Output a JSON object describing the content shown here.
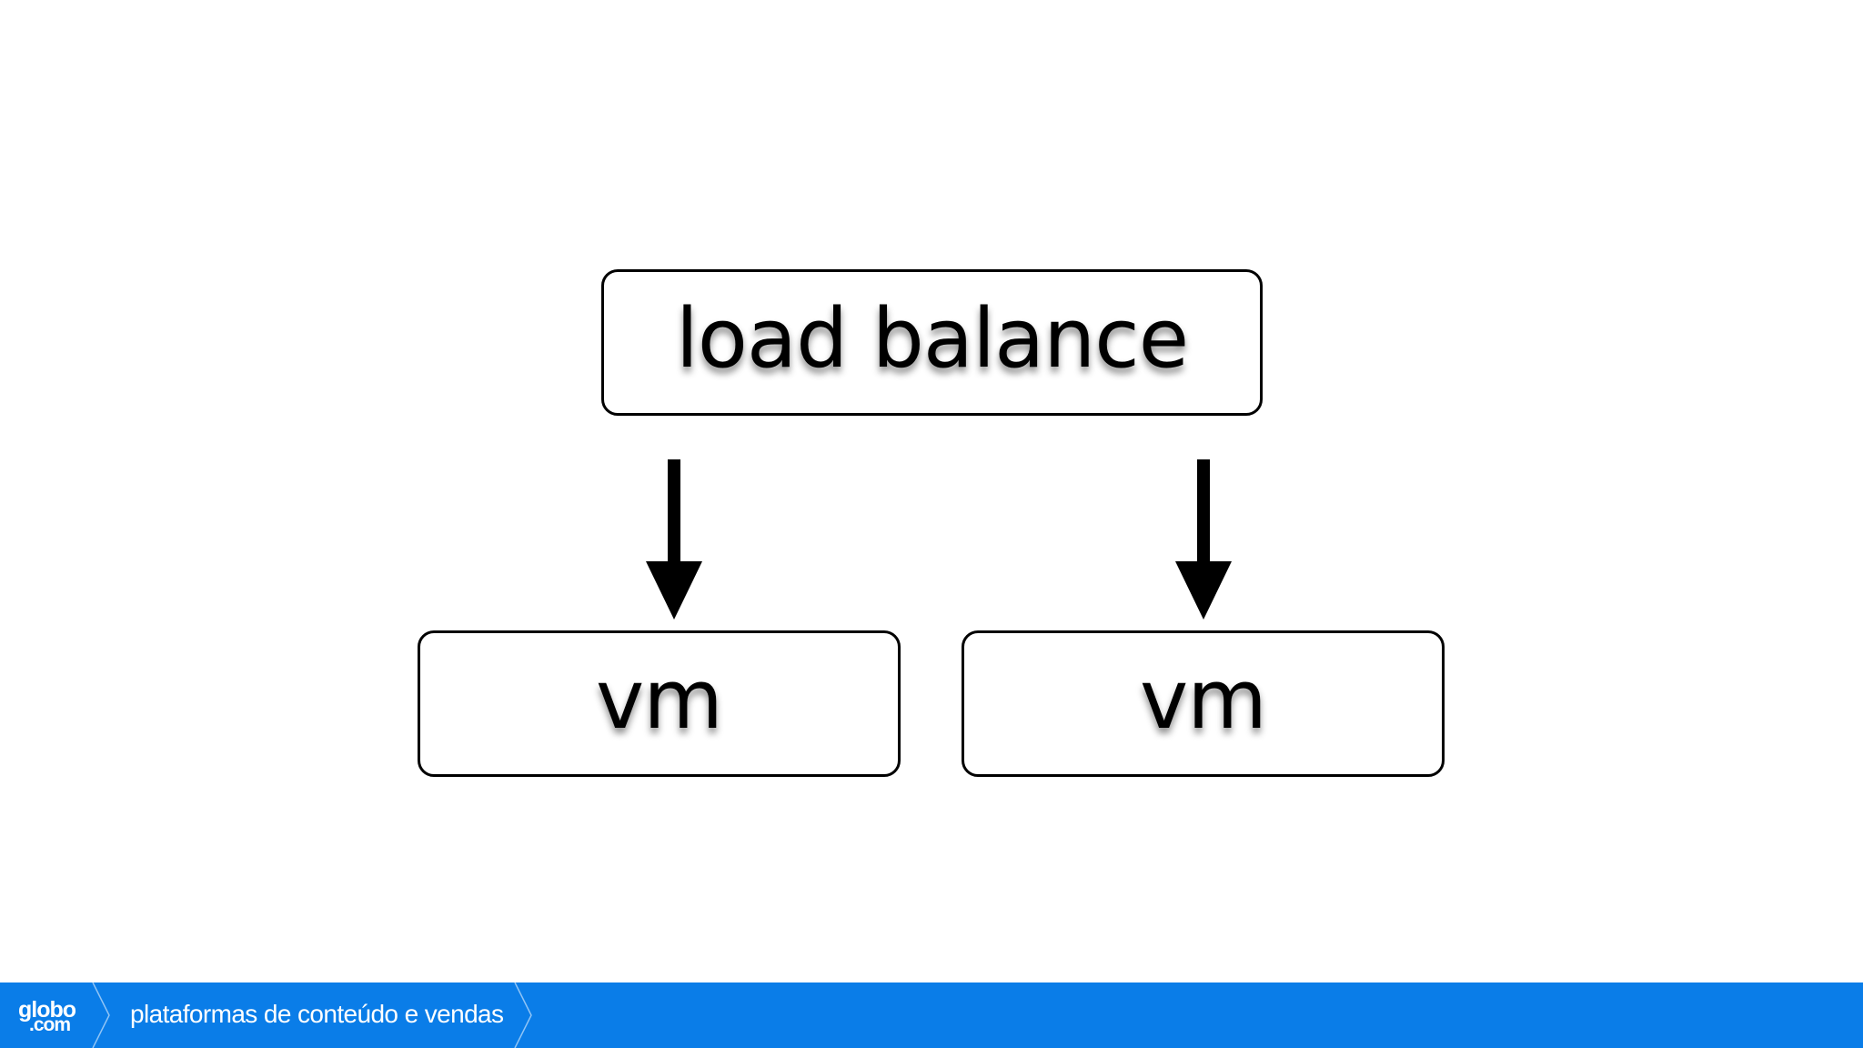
{
  "diagram": {
    "nodes": [
      {
        "id": "lb",
        "label": "load balance"
      },
      {
        "id": "vm1",
        "label": "vm"
      },
      {
        "id": "vm2",
        "label": "vm"
      }
    ],
    "edges": [
      {
        "from": "lb",
        "to": "vm1"
      },
      {
        "from": "lb",
        "to": "vm2"
      }
    ]
  },
  "footer": {
    "logo_line1": "globo",
    "logo_line2": ".com",
    "tagline": "plataformas de conteúdo e vendas",
    "color": "#0a7de8"
  }
}
